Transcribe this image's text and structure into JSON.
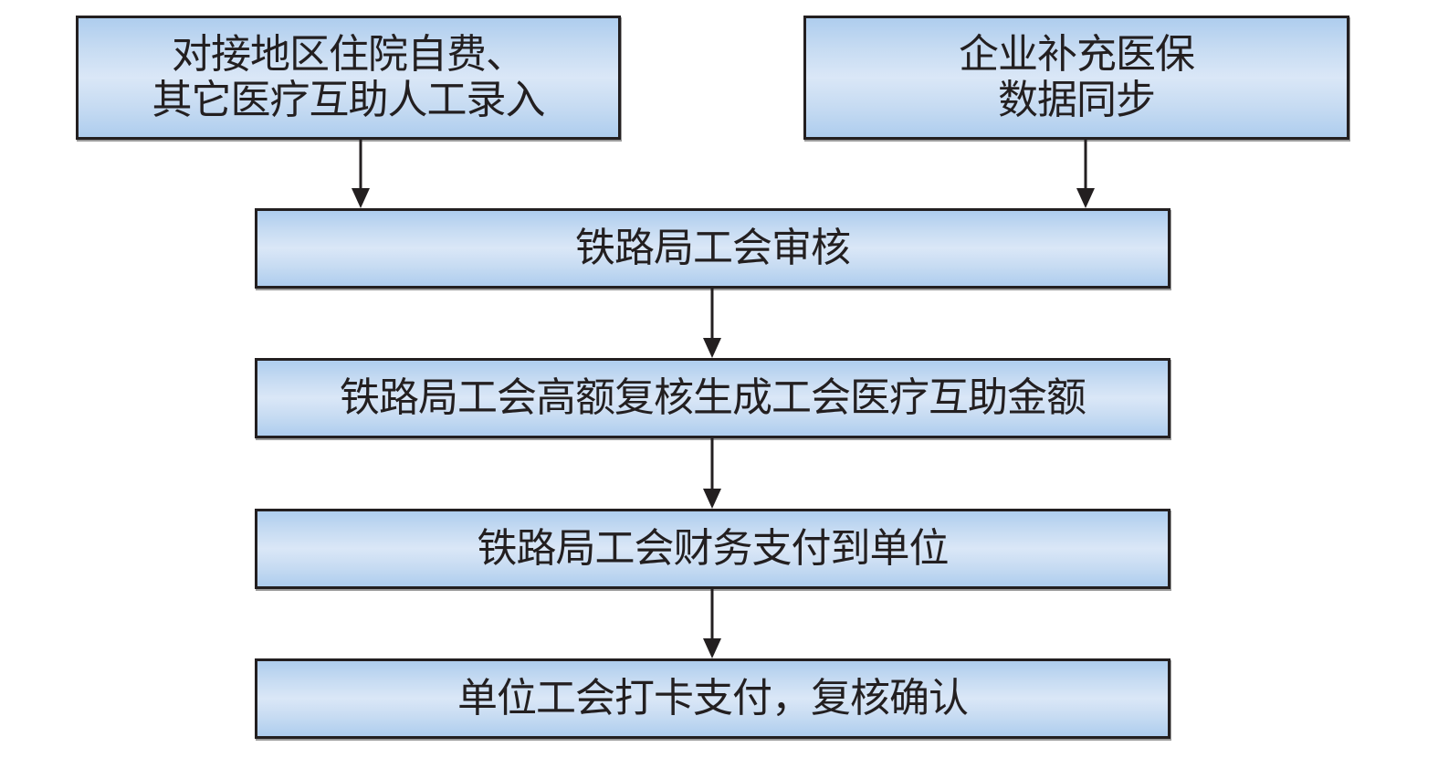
{
  "diagram": {
    "type": "flowchart",
    "colors": {
      "box_border": "#231f20",
      "box_fill_edge": "#aecdee",
      "box_fill_center": "#dae7f7",
      "arrow": "#231f20",
      "text": "#231f20"
    },
    "nodes": [
      {
        "id": "a",
        "label": "对接地区住院自费、\n其它医疗互助人工录入"
      },
      {
        "id": "b",
        "label": "企业补充医保\n数据同步"
      },
      {
        "id": "n1",
        "label": "铁路局工会审核"
      },
      {
        "id": "n2",
        "label": "铁路局工会高额复核生成工会医疗互助金额"
      },
      {
        "id": "n3",
        "label": "铁路局工会财务支付到单位"
      },
      {
        "id": "n4",
        "label": "单位工会打卡支付，复核确认"
      }
    ],
    "edges": [
      {
        "from": "a",
        "to": "n1"
      },
      {
        "from": "b",
        "to": "n1"
      },
      {
        "from": "n1",
        "to": "n2"
      },
      {
        "from": "n2",
        "to": "n3"
      },
      {
        "from": "n3",
        "to": "n4"
      }
    ]
  }
}
